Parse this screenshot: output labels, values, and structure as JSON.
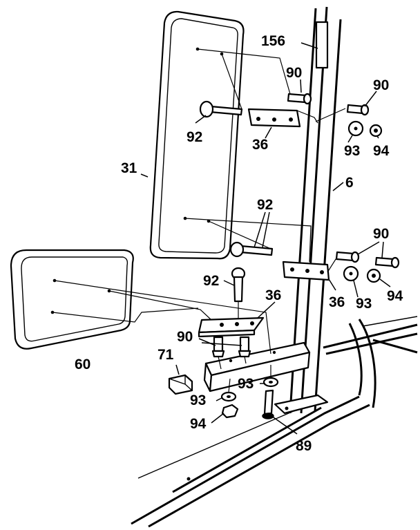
{
  "diagram": {
    "callouts": {
      "p156": "156",
      "p90_a": "90",
      "p90_b": "90",
      "p92_a": "92",
      "p36_a": "36",
      "p93_a": "93",
      "p94_a": "94",
      "p31": "31",
      "p6": "6",
      "p92_b": "92",
      "p90_c": "90",
      "p92_c": "92",
      "p36_b": "36",
      "p36_c": "36",
      "p93_b": "93",
      "p94_b": "94",
      "p90_d": "90",
      "p60": "60",
      "p71": "71",
      "p93_c": "93",
      "p93_d": "93",
      "p94_c": "94",
      "p89": "89"
    },
    "colors": {
      "ink": "#000000",
      "paper": "#ffffff"
    }
  }
}
